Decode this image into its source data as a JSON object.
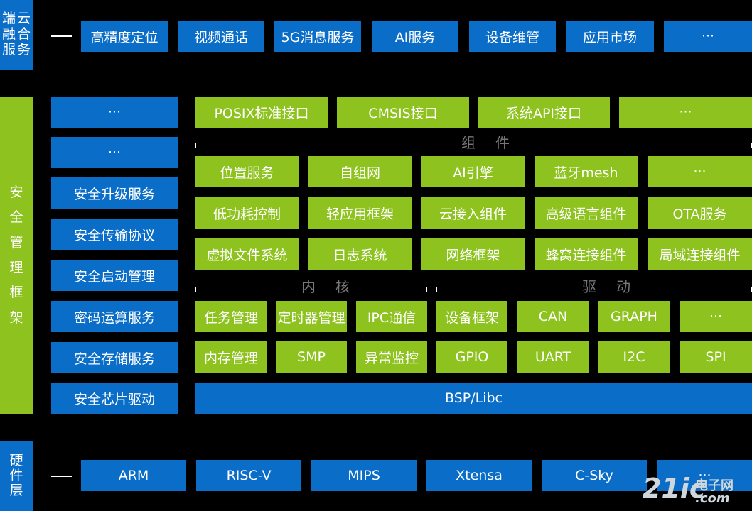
{
  "top": {
    "label": [
      "端",
      "云",
      "融",
      "合",
      "服",
      "务"
    ],
    "items": [
      "高精度定位",
      "视频通话",
      "5G消息服务",
      "AI服务",
      "设备维管",
      "应用市场",
      "···"
    ]
  },
  "security": {
    "label": [
      "安",
      "全",
      "管",
      "理",
      "框",
      "架"
    ],
    "items": [
      "···",
      "···",
      "安全升级服务",
      "安全传输协议",
      "安全启动管理",
      "密码运算服务",
      "安全存储服务",
      "安全芯片驱动"
    ]
  },
  "api": {
    "items": [
      "POSIX标准接口",
      "CMSIS接口",
      "系统API接口",
      "···"
    ]
  },
  "components": {
    "title": "组件",
    "rows": [
      [
        "位置服务",
        "自组网",
        "AI引擎",
        "蓝牙mesh",
        "···"
      ],
      [
        "低功耗控制",
        "轻应用框架",
        "云接入组件",
        "高级语言组件",
        "OTA服务"
      ],
      [
        "虚拟文件系统",
        "日志系统",
        "网络框架",
        "蜂窝连接组件",
        "局域连接组件"
      ]
    ]
  },
  "kernel": {
    "title": "内核",
    "rows": [
      [
        "任务管理",
        "定时器管理",
        "IPC通信"
      ],
      [
        "内存管理",
        "SMP",
        "异常监控"
      ]
    ]
  },
  "driver": {
    "title": "驱动",
    "rows": [
      [
        "设备框架",
        "CAN",
        "GRAPH",
        "···"
      ],
      [
        "GPIO",
        "UART",
        "I2C",
        "SPI"
      ]
    ]
  },
  "bsp": {
    "label": "BSP/Libc"
  },
  "hardware": {
    "label": [
      "硬",
      "件",
      "层"
    ],
    "items": [
      "ARM",
      "RISC-V",
      "MIPS",
      "Xtensa",
      "C-Sky",
      "···"
    ]
  },
  "watermark": {
    "main": "21ic",
    "cn": "电子网",
    "dom": ".com"
  },
  "colors": {
    "blue": "#0a6ec8",
    "green": "#8dc21f",
    "background": "#000000"
  }
}
